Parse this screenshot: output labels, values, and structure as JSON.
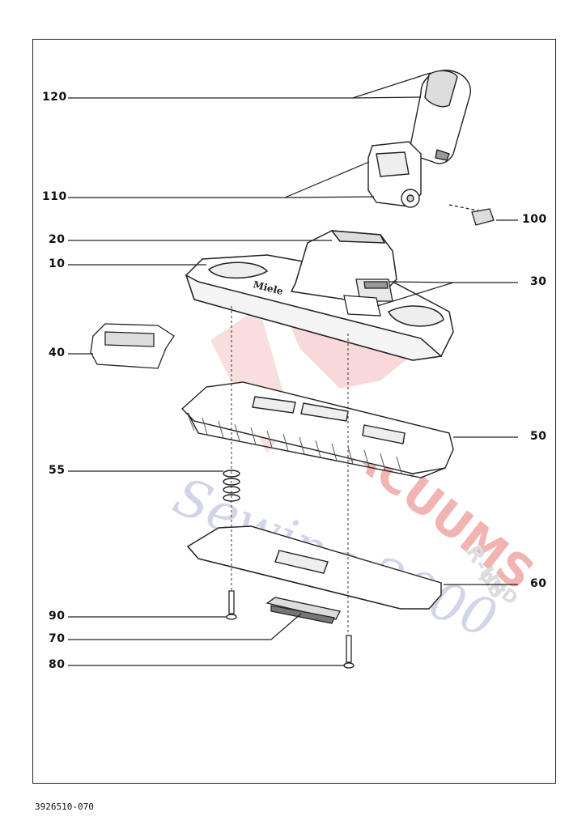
{
  "parts": [
    {
      "id": "120"
    },
    {
      "id": "110"
    },
    {
      "id": "100"
    },
    {
      "id": "20"
    },
    {
      "id": "10"
    },
    {
      "id": "30"
    },
    {
      "id": "40"
    },
    {
      "id": "50"
    },
    {
      "id": "55"
    },
    {
      "id": "60"
    },
    {
      "id": "90"
    },
    {
      "id": "70"
    },
    {
      "id": "80"
    }
  ],
  "brand_text": "Miele",
  "document_number": "3926510-070",
  "watermark": {
    "main": "VACUUMS",
    "suffix": "R-US",
    "and": "AND",
    "script": "Sewing 2000"
  },
  "colors": {
    "line": "#222222",
    "watermark_red": "#e04848",
    "watermark_blue": "#8a90c8"
  }
}
